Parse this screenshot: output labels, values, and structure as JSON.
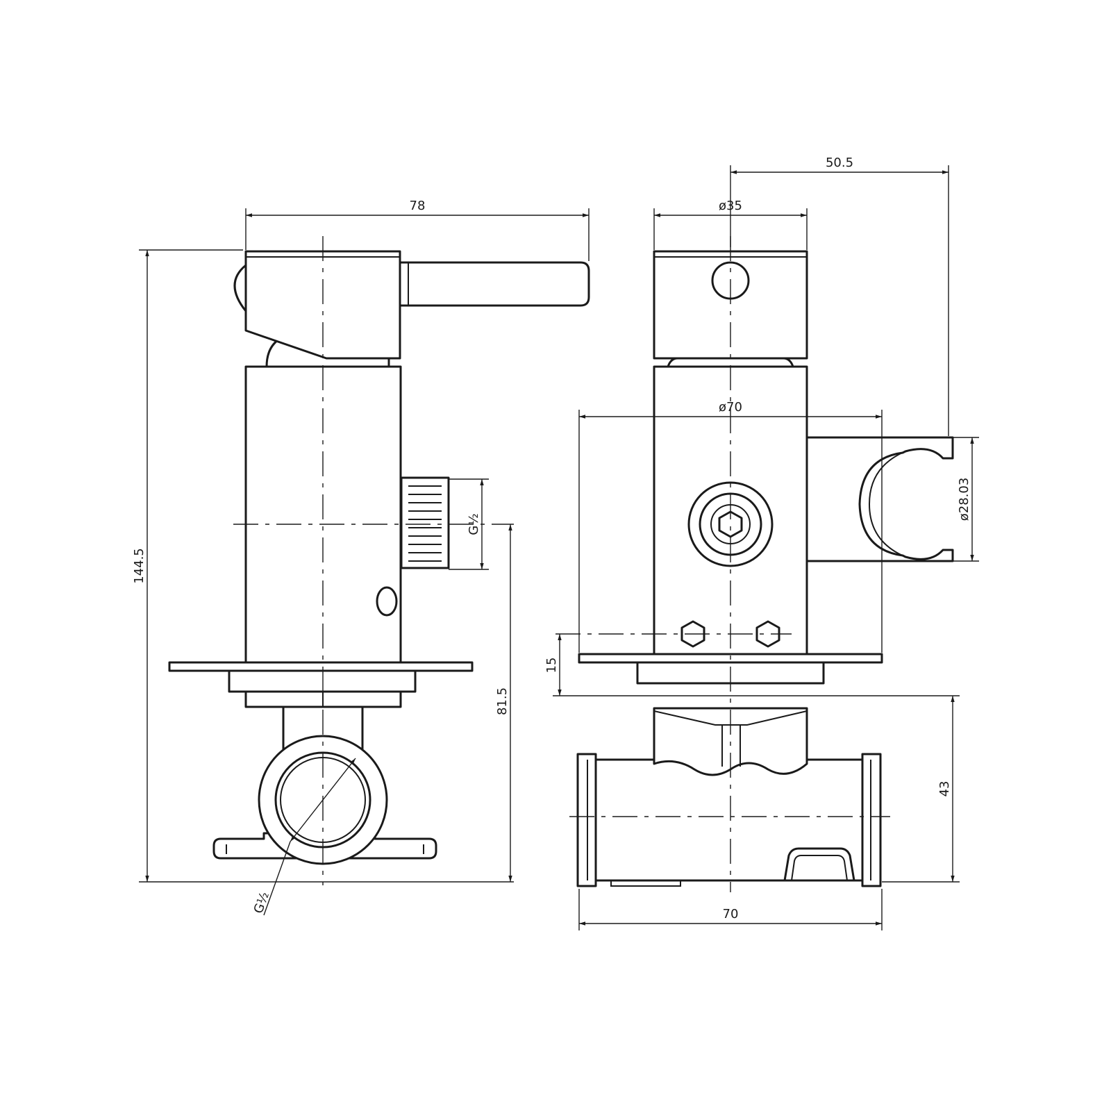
{
  "colors": {
    "line": "#1a1a1a",
    "background": "#ffffff"
  },
  "views": {
    "side": {
      "dimensions": {
        "width_top": "78",
        "height_total": "144.5",
        "height_to_outlet": "81.5",
        "outlet_thread": "G½",
        "inlet_thread": "G½"
      }
    },
    "front": {
      "dimensions": {
        "offset_holder": "50.5",
        "handle_diameter": "ø35",
        "flange_diameter": "ø70",
        "holder_diameter": "ø28.03",
        "flange_depth": "15",
        "body_depth": "43",
        "body_width": "70"
      }
    }
  }
}
